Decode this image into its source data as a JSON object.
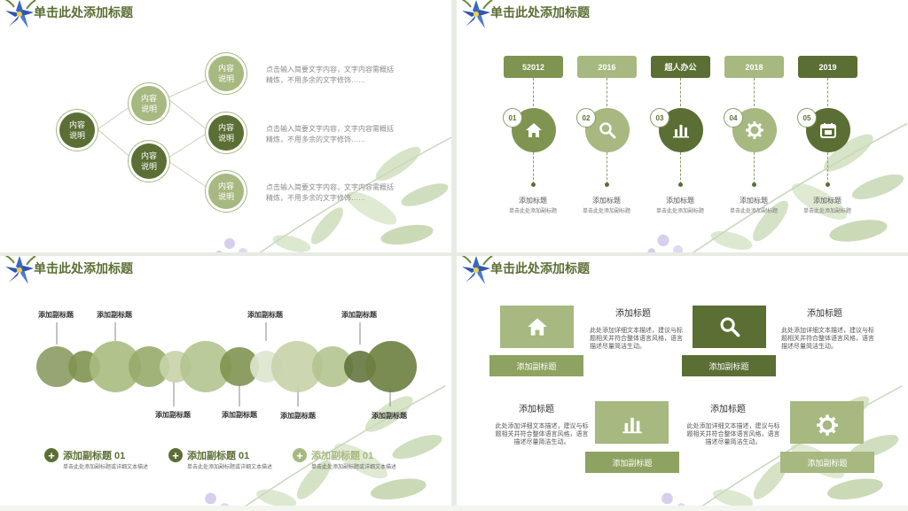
{
  "slides": [
    {
      "title": "单击此处添加标题",
      "nodes": [
        [
          "内容",
          "说明"
        ],
        [
          "内容",
          "说明"
        ],
        [
          "内容",
          "说明"
        ],
        [
          "内容",
          "说明"
        ],
        [
          "内容",
          "说明"
        ],
        [
          "内容",
          "说明"
        ]
      ],
      "texts": [
        "点击输入简要文字内容，文字内容需概括精炼，不用多余的文字修饰……",
        "点击输入简要文字内容，文字内容需概括精炼，不用多余的文字修饰……",
        "点击输入简要文字内容，文字内容需概括精炼，不用多余的文字修饰……"
      ]
    },
    {
      "title": "单击此处添加标题",
      "steps": [
        {
          "label": "52012",
          "num": "01",
          "icon": "home-icon",
          "title": "添加标题",
          "desc": "单击此处添加副标题"
        },
        {
          "label": "2016",
          "num": "02",
          "icon": "search-icon",
          "title": "添加标题",
          "desc": "单击此处添加副标题"
        },
        {
          "label": "超人办公",
          "num": "03",
          "icon": "bar-chart-icon",
          "title": "添加标题",
          "desc": "单击此处添加副标题"
        },
        {
          "label": "2018",
          "num": "04",
          "icon": "gear-icon",
          "title": "添加标题",
          "desc": "单击此处添加副标题"
        },
        {
          "label": "2019",
          "num": "05",
          "icon": "calendar-icon",
          "title": "添加标题",
          "desc": "单击此处添加副标题"
        }
      ]
    },
    {
      "title": "单击此处添加标题",
      "top_labels": [
        "添加副标题",
        "添加副标题",
        "添加副标题",
        "添加副标题"
      ],
      "bottom_labels": [
        "添加副标题",
        "添加副标题",
        "添加副标题",
        "添加副标题"
      ],
      "legend": [
        {
          "title": "添加副标题 01",
          "desc": "单击此处添加副标题或详细文本描述"
        },
        {
          "title": "添加副标题 01",
          "desc": "单击此处添加副标题或详细文本描述"
        },
        {
          "title": "添加副标题 01",
          "desc": "单击此处添加副标题或详细文本描述"
        }
      ]
    },
    {
      "title": "单击此处添加标题",
      "cards": [
        {
          "icon": "home-icon",
          "label": "添加副标题",
          "heading": "添加标题",
          "desc": "此处添加详细文本描述，建议与标题相关并符合整体语言风格，语言描述尽量简洁生动。"
        },
        {
          "icon": "search-icon",
          "label": "添加副标题",
          "heading": "添加标题",
          "desc": "此处添加详细文本描述，建议与标题相关并符合整体语言风格，语言描述尽量简洁生动。"
        },
        {
          "icon": "bar-chart-icon",
          "label": "添加副标题",
          "heading": "添加标题",
          "desc": "此处添加详细文本描述，建议与标题相关并符合整体语言风格，语言描述尽量简洁生动。"
        },
        {
          "icon": "gear-icon",
          "label": "添加副标题",
          "heading": "添加标题",
          "desc": "此处添加详细文本描述，建议与标题相关并符合整体语言风格，语言描述尽量简洁生动。"
        }
      ]
    }
  ],
  "colors": {
    "dark_green": "#5b6e34",
    "light_green": "#a7b880",
    "mid_green": "#7f9450",
    "flower_blue": "#3b66c4"
  }
}
